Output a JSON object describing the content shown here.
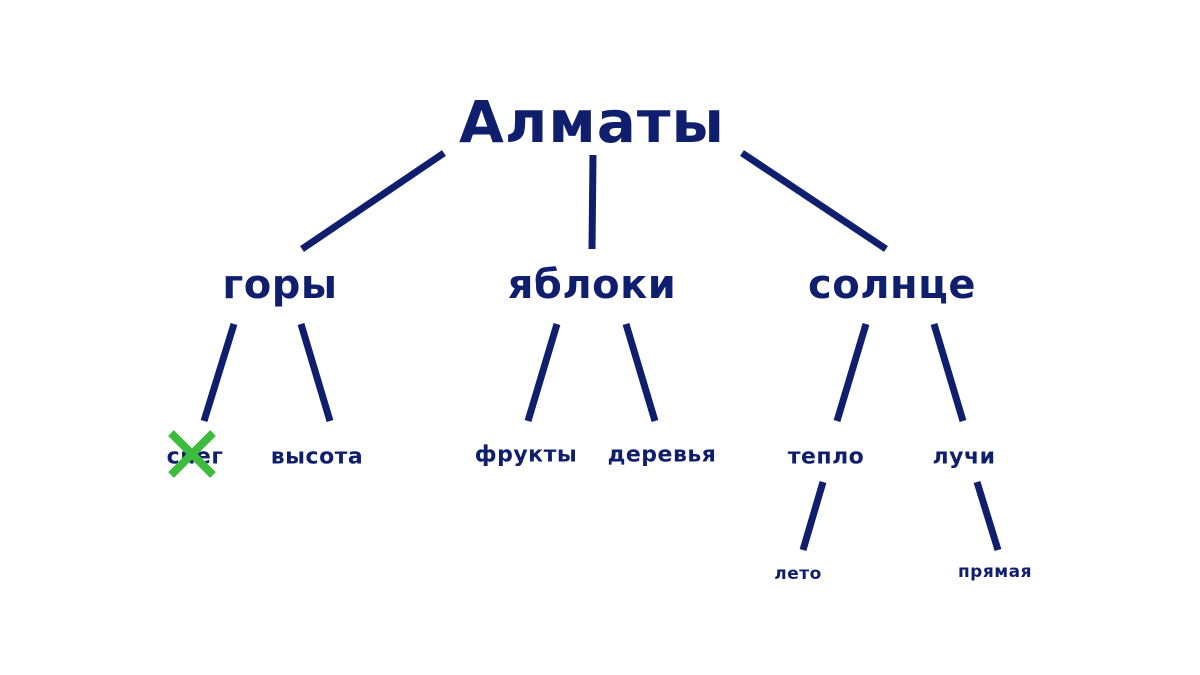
{
  "colors": {
    "text": "#0f1f6e",
    "lines": "#0f1f6e",
    "cross": "#3dbb3d",
    "background": "#ffffff"
  },
  "root": {
    "label": "Алматы"
  },
  "branches": [
    {
      "label": "горы",
      "children": [
        {
          "label": "снег",
          "crossed_out": true
        },
        {
          "label": "высота"
        }
      ]
    },
    {
      "label": "яблоки",
      "children": [
        {
          "label": "фрукты"
        },
        {
          "label": "деревья"
        }
      ]
    },
    {
      "label": "солнце",
      "children": [
        {
          "label": "тепло",
          "children": [
            {
              "label": "лето"
            }
          ]
        },
        {
          "label": "лучи",
          "children": [
            {
              "label": "прямая"
            }
          ]
        }
      ]
    }
  ],
  "annotations": {
    "cross_icon": "x-mark",
    "cross_target": "снег"
  }
}
